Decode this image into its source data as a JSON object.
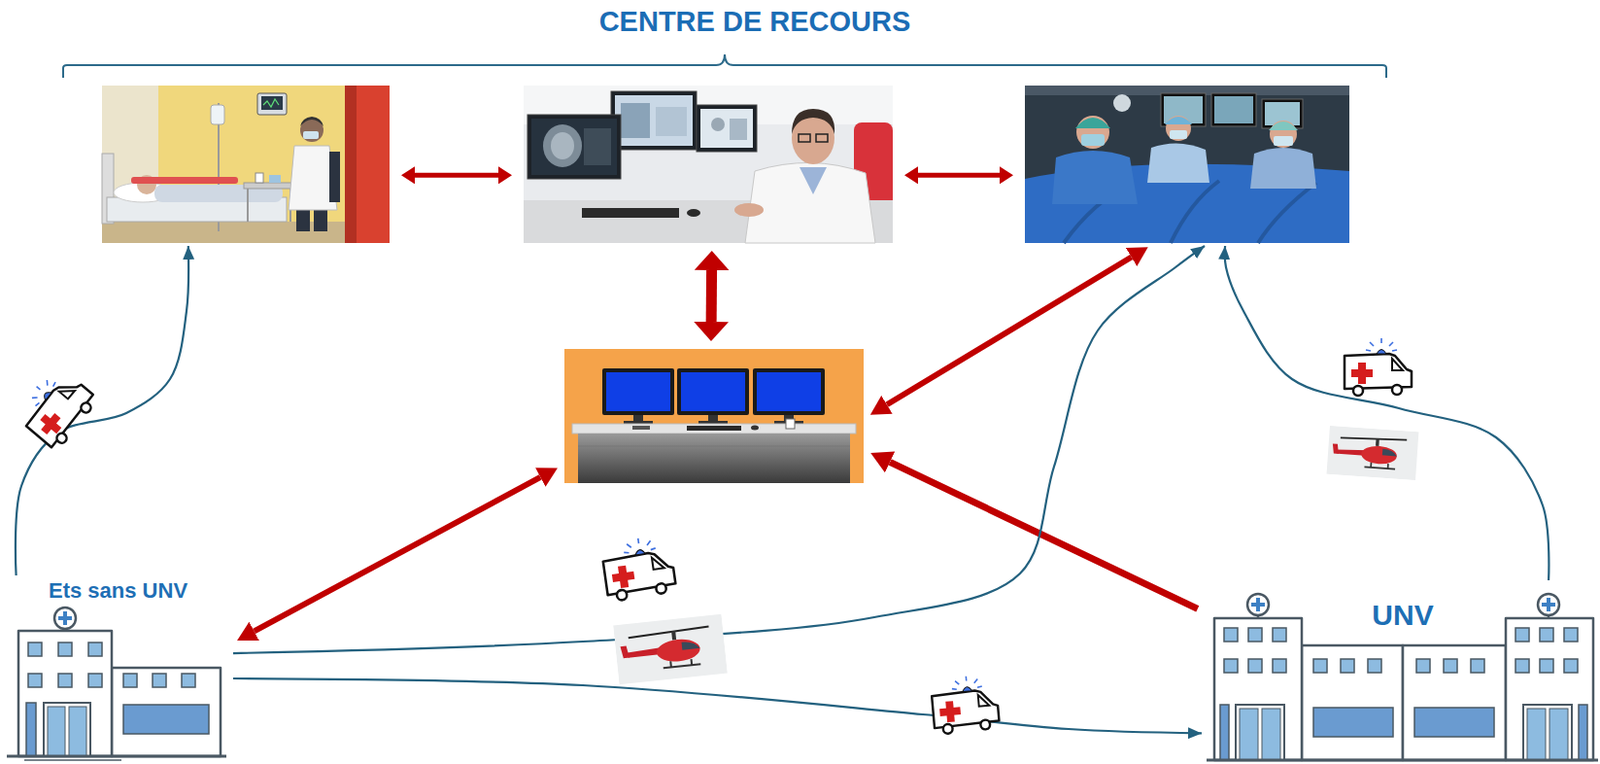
{
  "diagram": {
    "nodes": [
      {
        "text": [
          "CENTRE DE RECOURS"
        ]
      },
      {
        "text": [],
        "in": 0
      },
      {
        "text": [],
        "in": 0
      },
      {
        "text": [],
        "in": 0
      },
      {
        "text": []
      },
      {
        "text": [
          "Ets sans UNV"
        ]
      },
      {
        "text": [
          "UNV"
        ]
      }
    ],
    "edges": [
      {
        "from": 1,
        "to": 2,
        "arrow": "both"
      },
      {
        "from": 2,
        "to": 3,
        "arrow": "both"
      },
      {
        "from": 2,
        "to": 4,
        "arrow": "both"
      },
      {
        "from": 4,
        "to": 3,
        "arrow": "both"
      },
      {
        "from": 4,
        "to": 5,
        "arrow": "both"
      },
      {
        "from": 6,
        "to": 4,
        "arrow": "to"
      },
      {
        "from": 5,
        "to": 1,
        "arrow": "to"
      },
      {
        "from": 5,
        "to": 3,
        "arrow": "to"
      },
      {
        "from": 5,
        "to": 6,
        "arrow": "to"
      },
      {
        "from": 6,
        "to": 3,
        "arrow": "to"
      }
    ]
  }
}
